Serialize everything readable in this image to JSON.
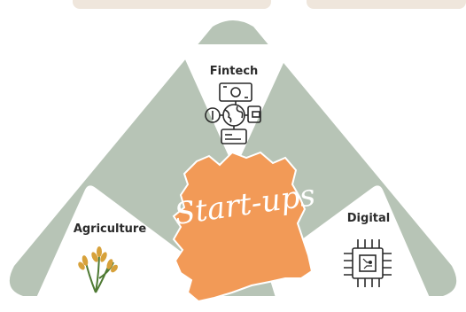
{
  "colors": {
    "top_cards": "#efe6dc",
    "background_triangle": "#b7c4b6",
    "inner_triangles": "#ffffff",
    "map": "#f29a57",
    "map_stroke": "#ffffff",
    "icon_ink": "#2a2a2a",
    "wheat": "#d7a13a",
    "wheat_stem": "#4f7a34",
    "script_text": "#ffffff"
  },
  "center": {
    "title": "Start-ups",
    "shape": "map-of-cote-divoire"
  },
  "sectors": [
    {
      "id": "fintech",
      "label": "Fintech",
      "icon": "fintech-icon"
    },
    {
      "id": "agriculture",
      "label": "Agriculture",
      "icon": "wheat-icon"
    },
    {
      "id": "digital",
      "label": "Digital",
      "icon": "chip-icon"
    }
  ]
}
